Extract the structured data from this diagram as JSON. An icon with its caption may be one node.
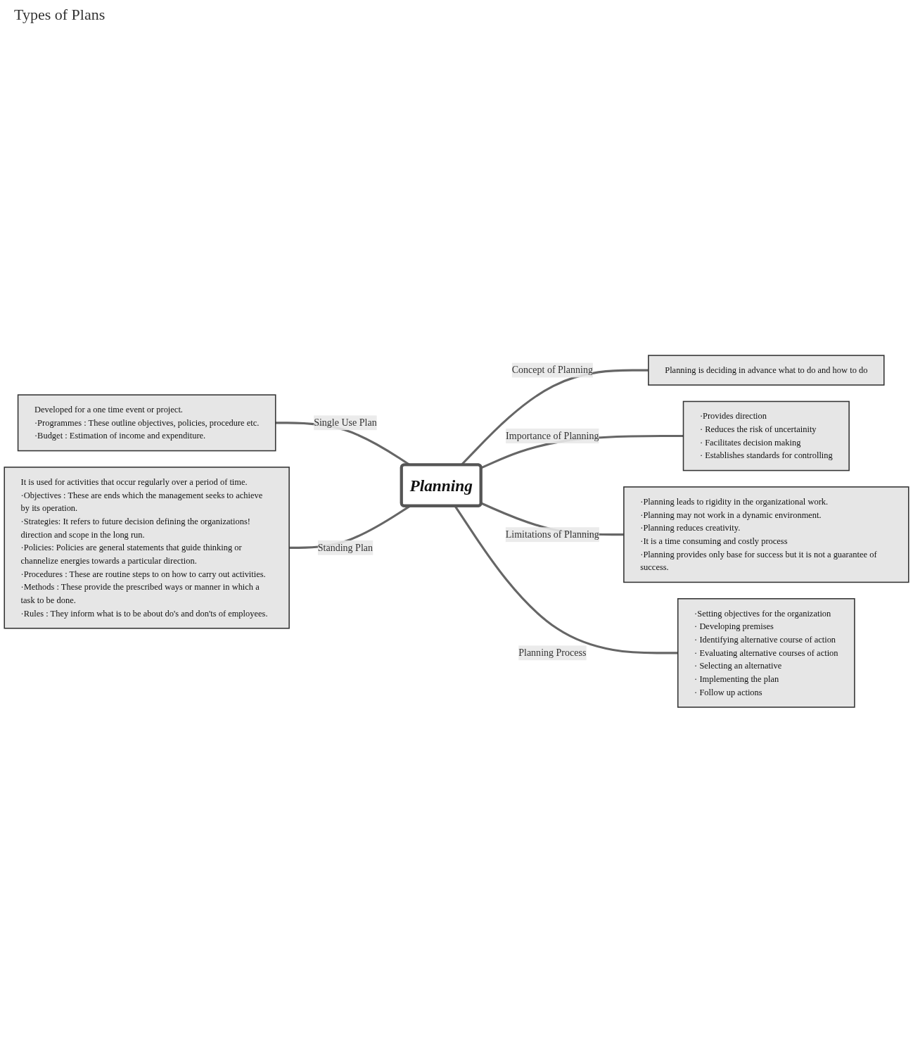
{
  "diagram": {
    "nodes": [
      {
        "text": [
          "Planning"
        ]
      },
      {
        "text": [
          "Planning is deciding in advance what to do and how to do"
        ]
      },
      {
        "text": [
          "·Provides direction",
          "· Reduces the risk of uncertainity",
          "· Facilitates decision making",
          "· Establishes standards for controlling"
        ]
      },
      {
        "text": [
          "·Planning leads to rigidity in the organizational work.",
          "·Planning may not work in a dynamic environment.",
          "·Planning reduces creativity.",
          "·It is a time consuming and costly process",
          "·Planning provides only base for success but it is not a guarantee of success."
        ]
      },
      {
        "text": [
          "·Setting objectives for the organization",
          "· Developing premises",
          "· Identifying alternative course of action",
          "· Evaluating alternative courses of action",
          "· Selecting an alternative",
          "· Implementing the plan",
          "· Follow up actions"
        ]
      },
      {
        "text": [
          "Developed for a one time event or project.",
          "·Programmes : These outline objectives, policies, procedure etc.",
          "·Budget : Estimation of income and expenditure."
        ]
      },
      {
        "text": [
          "It is used for activities that occur regularly over a period of time.",
          "·Objectives : These are ends which the management seeks to achieve by its operation.",
          "·Strategies: It refers to future decision defining the organizations! direction and scope in the long run.",
          "·Policies: Policies are general statements that guide thinking or channelize energies towards a particular direction.",
          "·Procedures : These are routine steps to on how to carry out activities.",
          "·Methods : These provide the prescribed ways or manner in which a task to be done.",
          "·Rules : They inform what is to be about do's and don'ts of employees."
        ]
      }
    ],
    "edges": [
      {
        "from": 0,
        "to": 1,
        "arrow": "none",
        "label": "Concept of Planning"
      },
      {
        "from": 0,
        "to": 2,
        "arrow": "none",
        "label": "Importance of Planning"
      },
      {
        "from": 0,
        "to": 3,
        "arrow": "none",
        "label": "Limitations of Planning"
      },
      {
        "from": 0,
        "to": 4,
        "arrow": "none",
        "label": "Planning Process"
      },
      {
        "from": 0,
        "to": 5,
        "arrow": "none",
        "label": "Single Use Plan"
      },
      {
        "from": 0,
        "to": 6,
        "arrow": "none",
        "label": "Standing Plan"
      }
    ],
    "labels": [
      "Types of Plans"
    ]
  }
}
